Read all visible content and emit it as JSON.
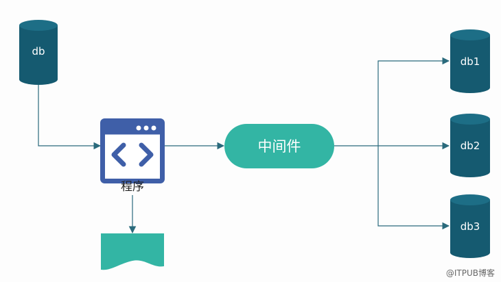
{
  "colors": {
    "db_fill": "#155a70",
    "db_rim": "#1d6e86",
    "middleware_fill": "#33b5a4",
    "program_icon": "#3f5fa8",
    "document_fill": "#33b5a4",
    "connector": "#2a6a7c",
    "label_light": "#ffffff",
    "label_dark": "#222222",
    "watermark": "#666666"
  },
  "nodes": {
    "source_db": {
      "label": "db",
      "icon": "database-cylinder"
    },
    "program": {
      "label": "程序",
      "icon": "code-window-icon"
    },
    "middleware": {
      "label": "中间件"
    },
    "target_db1": {
      "label": "db1",
      "icon": "database-cylinder"
    },
    "target_db2": {
      "label": "db2",
      "icon": "database-cylinder"
    },
    "target_db3": {
      "label": "db3",
      "icon": "database-cylinder"
    },
    "document": {
      "icon": "document-shape"
    }
  },
  "watermark": "@ITPUB博客"
}
